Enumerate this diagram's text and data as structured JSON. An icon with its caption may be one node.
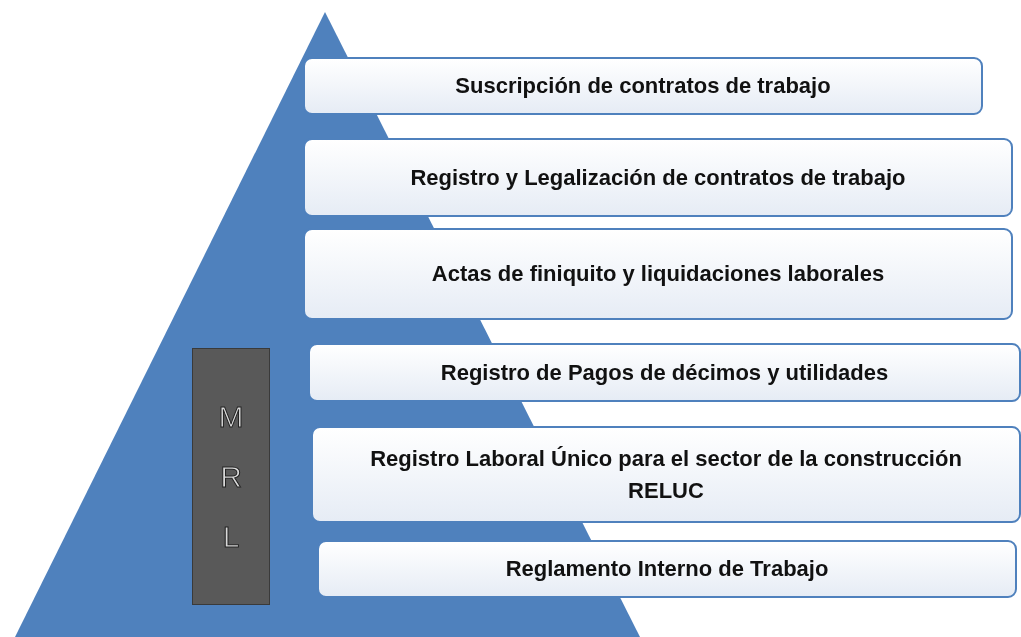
{
  "diagram": {
    "nodes": [
      {
        "text": [],
        "shape": "triangle"
      },
      {
        "text": [
          "M R L"
        ],
        "in": 0
      },
      {
        "text": [
          "Suscripción de contratos de trabajo"
        ]
      },
      {
        "text": [
          "Registro y Legalización de contratos de trabajo"
        ]
      },
      {
        "text": [
          "Actas de finiquito y liquidaciones laborales"
        ]
      },
      {
        "text": [
          "Registro de Pagos de décimos y utilidades"
        ]
      },
      {
        "text": [
          "Registro Laboral Único para el sector de la construcción RELUC"
        ]
      },
      {
        "text": [
          "Reglamento Interno de Trabajo"
        ]
      }
    ]
  }
}
